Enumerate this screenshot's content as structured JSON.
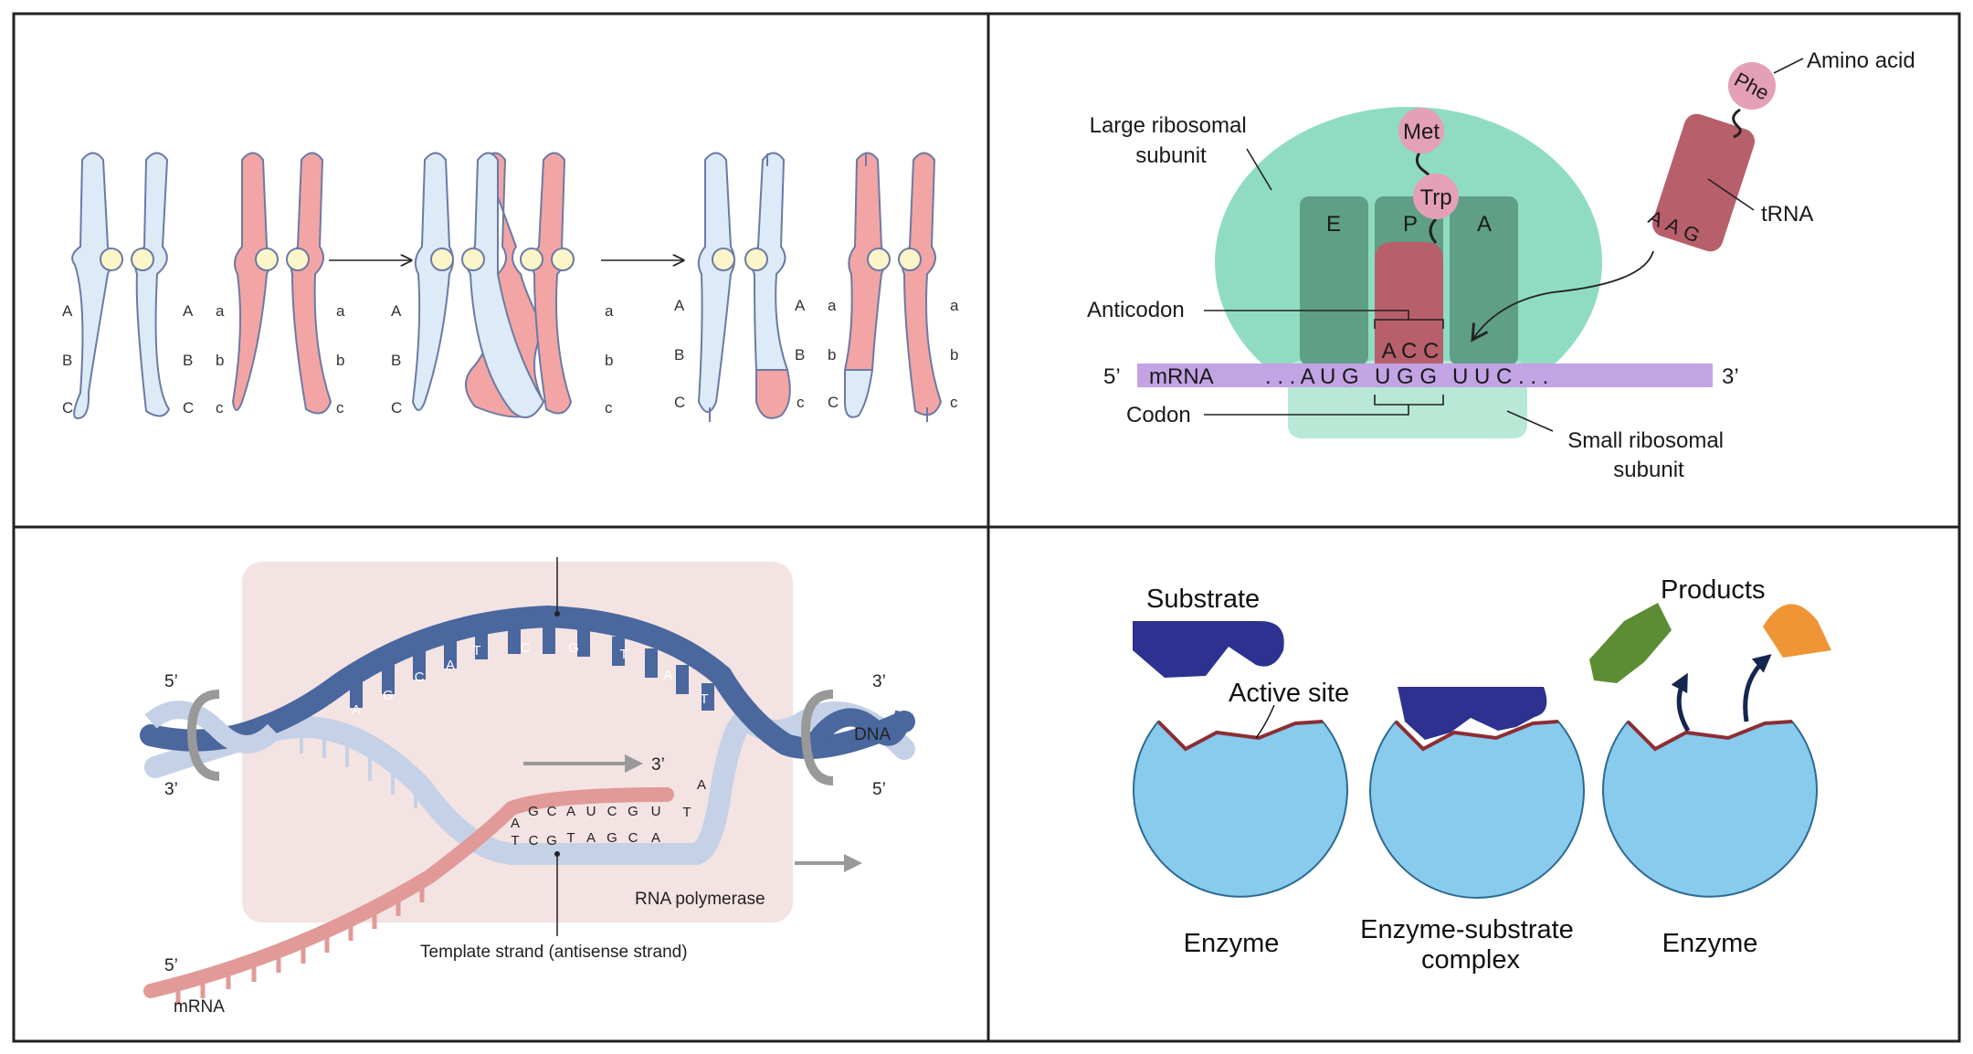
{
  "colors": {
    "chromosome_blue_fill": "#dcebf7",
    "chromosome_pink_fill": "#f2a5a4",
    "centromere_fill": "#fbf6c9",
    "ribosome_large": "#8fdcc2",
    "ribosome_small": "#b8e8d6",
    "site_columns": "#5f9f86",
    "trna": "#b85f6c",
    "amino_acid": "#e4a0b6",
    "mrna_bar": "#c2a3e4",
    "dna_dark": "#4a679e",
    "dna_light": "#c5d1e6",
    "rna_pink": "#e19a97",
    "polymerase_box": "#f4e3e3",
    "enzyme_blue": "#88cbec",
    "substrate_navy": "#2d3290",
    "product_green": "#5c8c34",
    "product_orange": "#ef9536",
    "active_site_line": "#8c2e35"
  },
  "crossover": {
    "before": {
      "left_labels": [
        "A",
        "B",
        "C"
      ],
      "between_left": [
        "A",
        "B",
        "C"
      ],
      "between_right": [
        "a",
        "b",
        "c"
      ],
      "right_labels": [
        "a",
        "b",
        "c"
      ]
    },
    "during": {
      "left_labels": [
        "A",
        "B",
        "C"
      ],
      "right_labels": [
        "a",
        "b",
        "c"
      ]
    },
    "after": {
      "left_labels": [
        "A",
        "B",
        "C"
      ],
      "between_left": [
        "A",
        "B",
        "c"
      ],
      "between_right": [
        "a",
        "b",
        "C"
      ],
      "right_labels": [
        "a",
        "b",
        "c"
      ]
    },
    "arrow_icon": "right-arrow"
  },
  "translation": {
    "amino_acid_label": "Amino acid",
    "incoming_amino": "Phe",
    "met": "Met",
    "trp": "Trp",
    "large_subunit": [
      "Large ribosomal",
      "subunit"
    ],
    "sites": [
      "E",
      "P",
      "A"
    ],
    "trna_label": "tRNA",
    "incoming_anticodon": [
      "A",
      "A",
      "G"
    ],
    "anticodon_label": "Anticodon",
    "anticodon": "A C C",
    "five_prime": "5’",
    "three_prime": "3’",
    "mrna_label": "mRNA",
    "mrna_left": ". . . A U G",
    "codon": "U G G",
    "mrna_right": "U U C . . .",
    "codon_label": "Codon",
    "small_subunit": [
      "Small ribosomal",
      "subunit"
    ]
  },
  "transcription": {
    "top_bases": [
      "A",
      "G",
      "C",
      "A",
      "T",
      "C",
      "G",
      "T",
      "A",
      "T"
    ],
    "left_5": "5’",
    "left_3": "3’",
    "right_3": "3’",
    "right_5": "5’",
    "dna_label": "DNA",
    "direction_3": "3’",
    "rna_bases": [
      "A",
      "G",
      "C",
      "A",
      "U",
      "C",
      "G",
      "U"
    ],
    "template_bases": [
      "T",
      "C",
      "G",
      "T",
      "A",
      "G",
      "C",
      "A"
    ],
    "extra_bases": [
      "T",
      "A"
    ],
    "polymerase_label": "RNA polymerase",
    "template_label": "Template strand (antisense strand)",
    "mrna_5": "5’",
    "mrna_label": "mRNA"
  },
  "enzyme": {
    "substrate_label": "Substrate",
    "active_site_label": "Active site",
    "products_label": "Products",
    "enzyme_label_1": "Enzyme",
    "complex_label": [
      "Enzyme-substrate",
      "complex"
    ],
    "enzyme_label_2": "Enzyme"
  }
}
